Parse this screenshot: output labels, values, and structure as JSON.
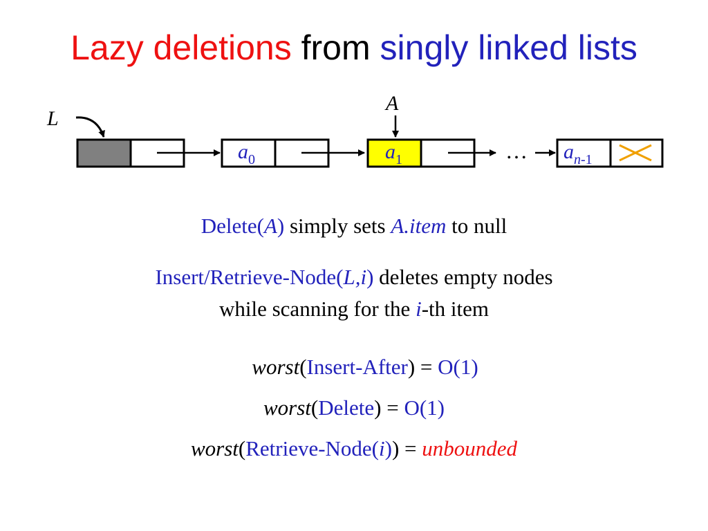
{
  "title": {
    "part1": "Lazy deletions",
    "part2": "from",
    "part3": "singly linked lists"
  },
  "diagram": {
    "list_label": "L",
    "pointer_label": "A",
    "node0_base": "a",
    "node0_sub": "0",
    "node1_base": "a",
    "node1_sub": "1",
    "node_last_base": "a",
    "node_last_sub_italic": "n",
    "node_last_sub_rest": "-1",
    "ellipsis": "…"
  },
  "text": {
    "line1": {
      "a": "Delete(",
      "b": "A",
      "c": ")",
      "d": " simply sets ",
      "e": "A.item",
      "f": " to null"
    },
    "line2": {
      "a": "Insert/Retrieve-Node(",
      "b": "L,i",
      "c": ")",
      "d": " deletes empty nodes"
    },
    "line3": {
      "a": "while scanning for the ",
      "b": "i",
      "c": "-th item"
    },
    "line4": {
      "a": "worst",
      "b": "(",
      "c": "Insert-After",
      "d": ") = ",
      "e": "O(1)"
    },
    "line5": {
      "a": "worst",
      "b": "(",
      "c": "Delete",
      "d": ") = ",
      "e": "O(1)"
    },
    "line6": {
      "a": "worst",
      "b": "(",
      "c": "Retrieve-Node(",
      "d": "i",
      "e": ")",
      "f": ") = ",
      "g": "unbounded"
    }
  },
  "colors": {
    "title_red": "#ee1111",
    "title_blue": "#2222bb",
    "sentinel_gray": "#808080",
    "highlight_yellow": "#ffff00",
    "null_cross_orange": "#f0a000"
  }
}
